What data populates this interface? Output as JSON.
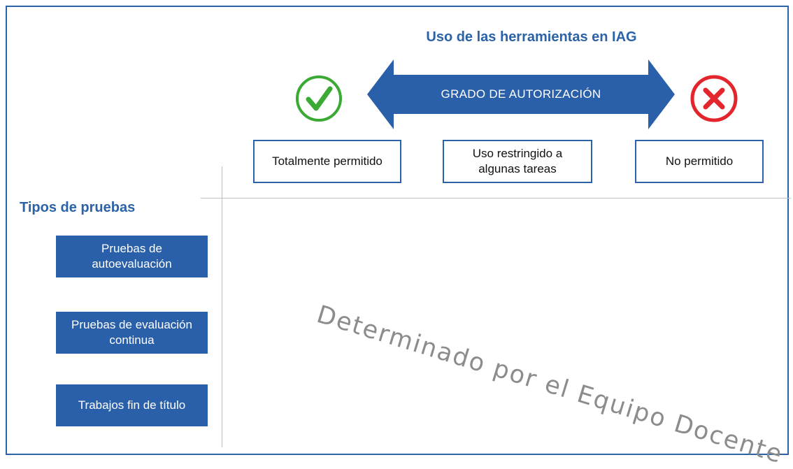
{
  "title": "Uso de las herramientas en IAG",
  "arrow": {
    "label": "GRADO  DE AUTORIZACIÓN",
    "color": "#2a5fa9"
  },
  "icons": {
    "allowed": "check-circle-icon",
    "denied": "x-circle-icon",
    "allowed_color": "#3aaa35",
    "denied_color": "#e3262d"
  },
  "authorization_levels": [
    {
      "label": "Totalmente permitido"
    },
    {
      "label_line1": "Uso restringido a",
      "label_line2": "algunas tareas"
    },
    {
      "label": "No permitido"
    }
  ],
  "tipos_heading": "Tipos de pruebas",
  "tests": [
    {
      "line1": "Pruebas de",
      "line2": "autoevaluación"
    },
    {
      "line1": "Pruebas de evaluación",
      "line2": "continua"
    },
    {
      "line1": "Trabajos fin de título"
    }
  ],
  "watermark": "Determinado por el Equipo Docente",
  "colors": {
    "brand_blue": "#2a63a8",
    "box_fill": "#2a5fa9",
    "watermark": "#8c8c8c"
  }
}
